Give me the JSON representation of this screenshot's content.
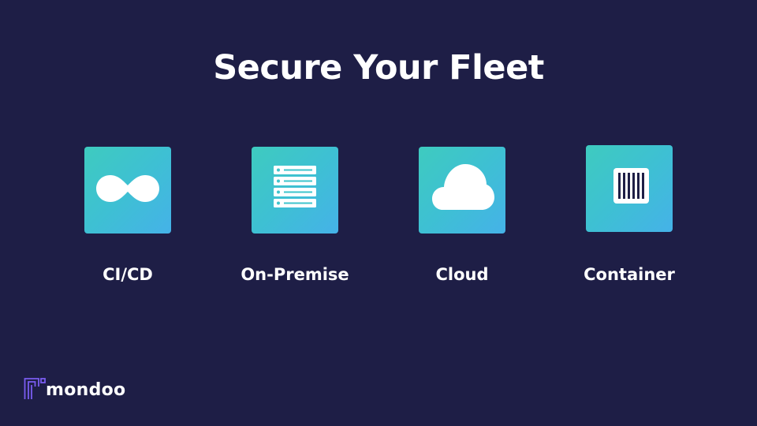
{
  "slide": {
    "title": "Secure Your Fleet",
    "items": [
      {
        "label": "CI/CD",
        "icon": "infinity-icon"
      },
      {
        "label": "On-Premise",
        "icon": "server-rack-icon"
      },
      {
        "label": "Cloud",
        "icon": "cloud-icon"
      },
      {
        "label": "Container",
        "icon": "container-icon"
      }
    ]
  },
  "brand": {
    "name": "mondoo",
    "logo_icon": "mondoo-logo-icon",
    "accent_color": "#7a5cf0"
  },
  "colors": {
    "background": "#1e1e46",
    "tile_gradient_start": "#3ecbbf",
    "tile_gradient_end": "#45b2e8",
    "text": "#ffffff"
  }
}
